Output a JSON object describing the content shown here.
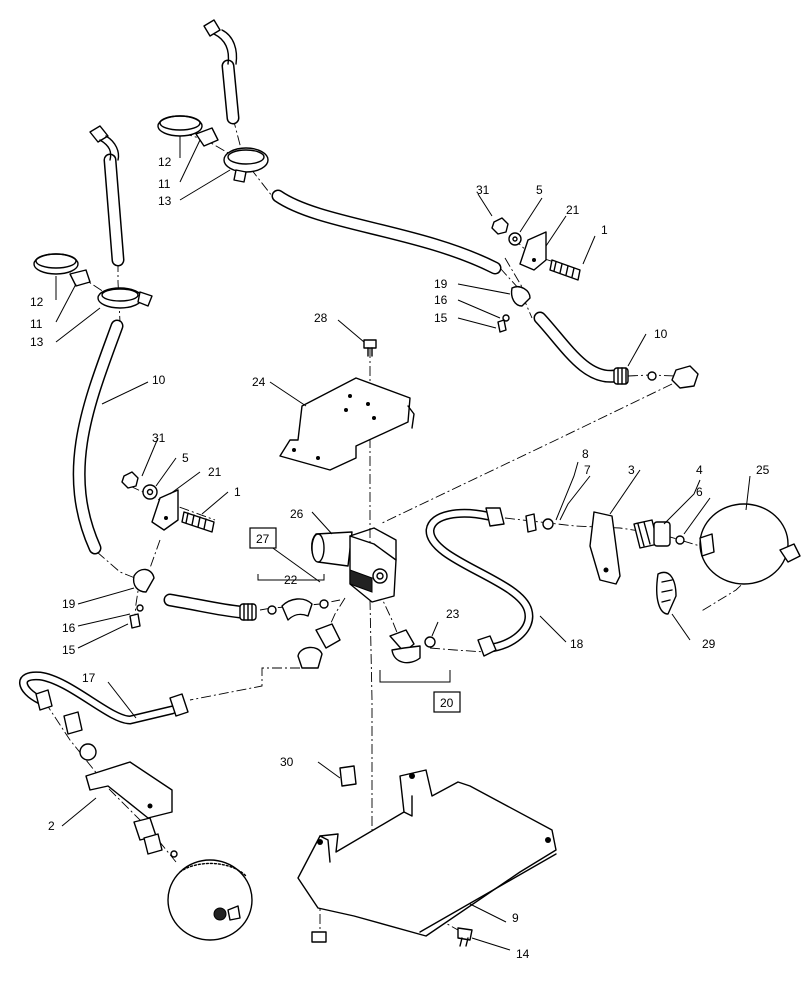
{
  "callouts": [
    {
      "id": "c1a",
      "text": "1"
    },
    {
      "id": "c1b",
      "text": "1"
    },
    {
      "id": "c2",
      "text": "2"
    },
    {
      "id": "c3",
      "text": "3"
    },
    {
      "id": "c4",
      "text": "4"
    },
    {
      "id": "c5a",
      "text": "5"
    },
    {
      "id": "c5b",
      "text": "5"
    },
    {
      "id": "c6",
      "text": "6"
    },
    {
      "id": "c7",
      "text": "7"
    },
    {
      "id": "c8",
      "text": "8"
    },
    {
      "id": "c9",
      "text": "9"
    },
    {
      "id": "c10a",
      "text": "10"
    },
    {
      "id": "c10b",
      "text": "10"
    },
    {
      "id": "c11a",
      "text": "11"
    },
    {
      "id": "c11b",
      "text": "11"
    },
    {
      "id": "c12a",
      "text": "12"
    },
    {
      "id": "c12b",
      "text": "12"
    },
    {
      "id": "c13a",
      "text": "13"
    },
    {
      "id": "c13b",
      "text": "13"
    },
    {
      "id": "c14",
      "text": "14"
    },
    {
      "id": "c15a",
      "text": "15"
    },
    {
      "id": "c15b",
      "text": "15"
    },
    {
      "id": "c16a",
      "text": "16"
    },
    {
      "id": "c16b",
      "text": "16"
    },
    {
      "id": "c17",
      "text": "17"
    },
    {
      "id": "c18",
      "text": "18"
    },
    {
      "id": "c19a",
      "text": "19"
    },
    {
      "id": "c19b",
      "text": "19"
    },
    {
      "id": "c20",
      "text": "20"
    },
    {
      "id": "c21a",
      "text": "21"
    },
    {
      "id": "c21b",
      "text": "21"
    },
    {
      "id": "c22",
      "text": "22"
    },
    {
      "id": "c23",
      "text": "23"
    },
    {
      "id": "c24",
      "text": "24"
    },
    {
      "id": "c25",
      "text": "25"
    },
    {
      "id": "c26",
      "text": "26"
    },
    {
      "id": "c27",
      "text": "27"
    },
    {
      "id": "c28",
      "text": "28"
    },
    {
      "id": "c29",
      "text": "29"
    },
    {
      "id": "c30",
      "text": "30"
    },
    {
      "id": "c31a",
      "text": "31"
    },
    {
      "id": "c31b",
      "text": "31"
    }
  ]
}
